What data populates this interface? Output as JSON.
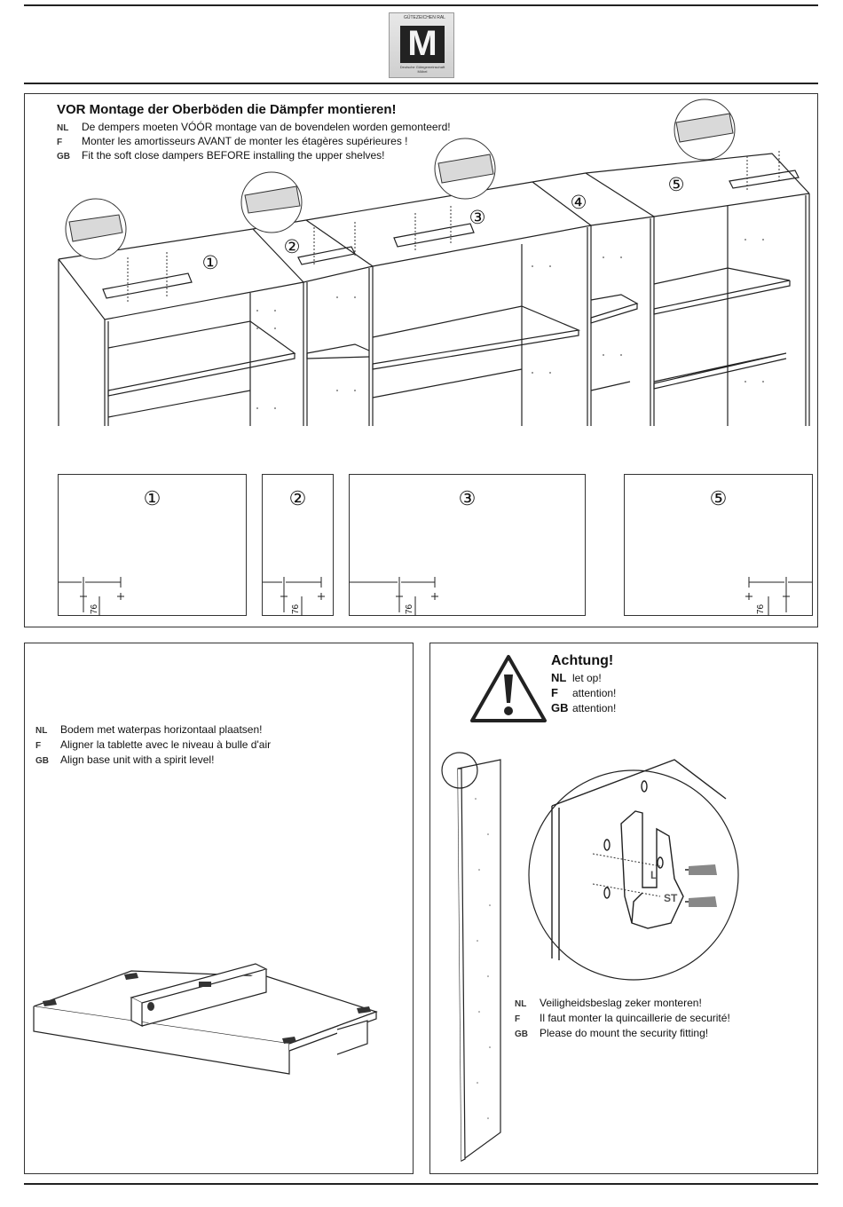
{
  "logo": {
    "top_text": "GÜTEZEICHEN RAL",
    "letter": "M",
    "bottom_text": "Deutsche Gütegemeinschaft Möbel"
  },
  "dampers": {
    "title": "VOR Montage der Oberböden die Dämpfer montieren!",
    "lines": [
      {
        "code": "NL",
        "text": "De dempers moeten VÓÓR montage van de bovendelen worden gemonteerd!"
      },
      {
        "code": "F",
        "text": "Monter les amortisseurs AVANT de monter les étagères supérieures !"
      },
      {
        "code": "GB",
        "text": "Fit the soft close dampers BEFORE installing the upper shelves!"
      }
    ],
    "callouts": [
      "①",
      "②",
      "③",
      "④",
      "⑤"
    ],
    "details": [
      {
        "num": "①",
        "dim": "76"
      },
      {
        "num": "②",
        "dim": "76"
      },
      {
        "num": "③",
        "dim": "76"
      },
      {
        "num": "⑤",
        "dim": "76"
      }
    ]
  },
  "level": {
    "lines": [
      {
        "code": "NL",
        "text": "Bodem met waterpas horizontaal plaatsen!"
      },
      {
        "code": "F",
        "text": "Aligner la tablette avec le niveau à bulle d'air"
      },
      {
        "code": "GB",
        "text": "Align base unit with a spirit level!"
      }
    ]
  },
  "security": {
    "warning_title": "Achtung!",
    "warning_lines": [
      {
        "code": "NL",
        "text": "let op!"
      },
      {
        "code": "F",
        "text": "attention!"
      },
      {
        "code": "GB",
        "text": "attention!"
      }
    ],
    "fitting_labels": [
      "L",
      "ST"
    ],
    "lines": [
      {
        "code": "NL",
        "text": "Veiligheidsbeslag zeker monteren!"
      },
      {
        "code": "F",
        "text": "Il faut monter la quincaillerie de securité!"
      },
      {
        "code": "GB",
        "text": "Please do mount the security fitting!"
      }
    ]
  }
}
